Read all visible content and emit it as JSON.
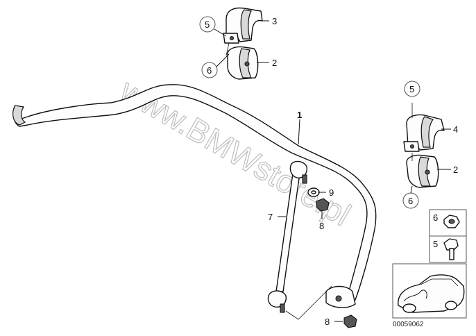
{
  "watermark": "www.BMWstore.pl",
  "diagram_id": "00059062",
  "callouts": {
    "c1": "1",
    "c2a": "2",
    "c2b": "2",
    "c3": "3",
    "c4": "4",
    "c5a": "5",
    "c5b": "5",
    "c5c": "5",
    "c6a": "6",
    "c6b": "6",
    "c6c": "6",
    "c7": "7",
    "c8a": "8",
    "c8b": "8",
    "c9": "9"
  }
}
